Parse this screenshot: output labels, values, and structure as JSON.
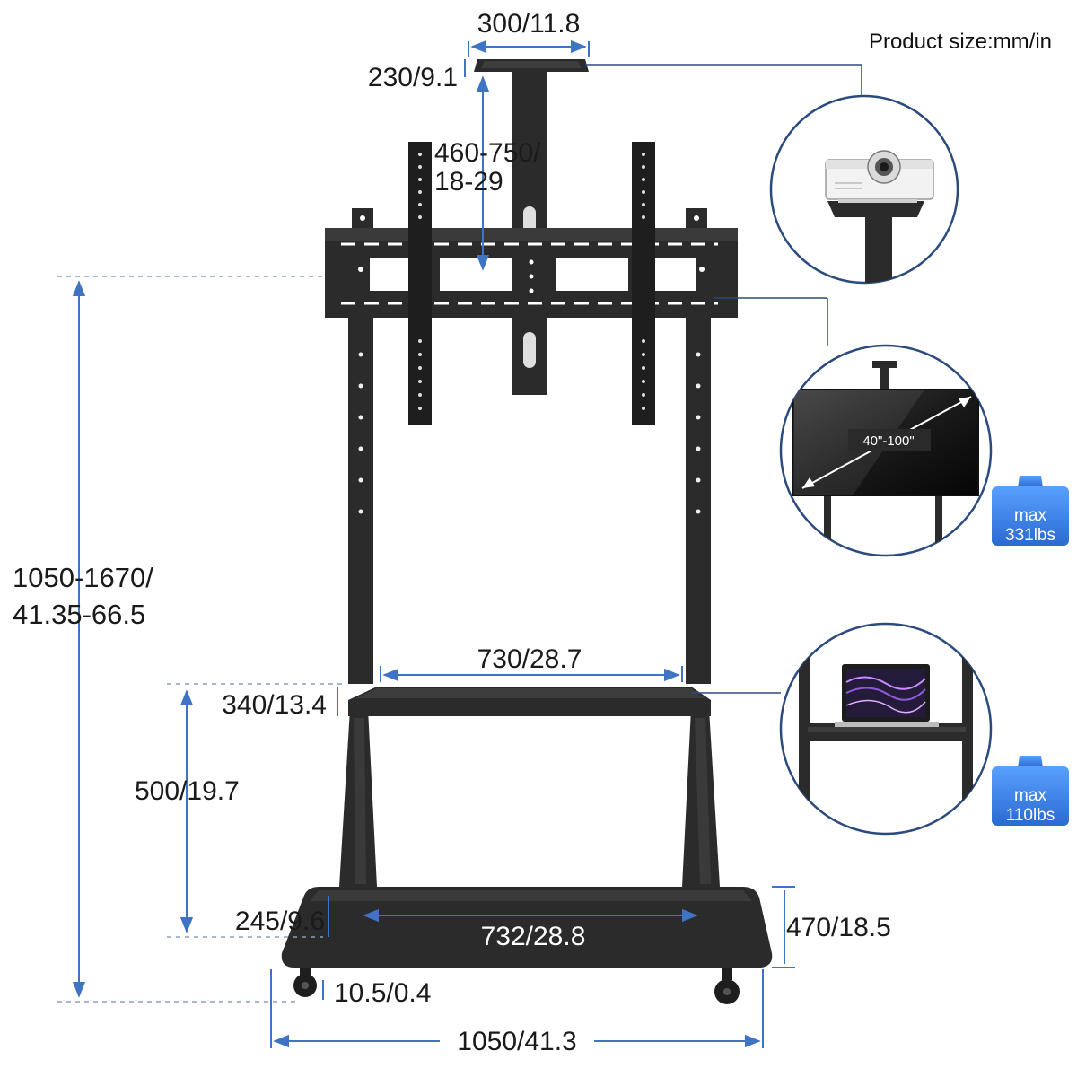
{
  "header": {
    "product_size_label": "Product size:mm/in"
  },
  "dimensions": {
    "top_plate_width": "300/11.8",
    "top_plate_depth": "230/9.1",
    "projector_height_line1": "460-750/",
    "projector_height_line2": "18-29",
    "total_height_line1": "1050-1670/",
    "total_height_line2": "41.35-66.5",
    "shelf_width": "730/28.7",
    "shelf_depth": "340/13.4",
    "shelf_height": "500/19.7",
    "base_height": "245/9.6",
    "base_inner_width": "732/28.8",
    "base_depth": "470/18.5",
    "wheel_clearance": "10.5/0.4",
    "base_width": "1050/41.3"
  },
  "detail_circles": {
    "tv": {
      "size_label": "40\"-100\""
    },
    "tv_badge": {
      "line1": "max",
      "line2": "331lbs"
    },
    "shelf_badge": {
      "line1": "max",
      "line2": "110lbs"
    }
  },
  "colors": {
    "frame": "#2b2b2b",
    "dimension_line": "#3f73c4",
    "badge": "#3b7fe0"
  },
  "icons": [
    "projector-icon",
    "tv-screen-icon",
    "laptop-icon",
    "weight-icon"
  ]
}
